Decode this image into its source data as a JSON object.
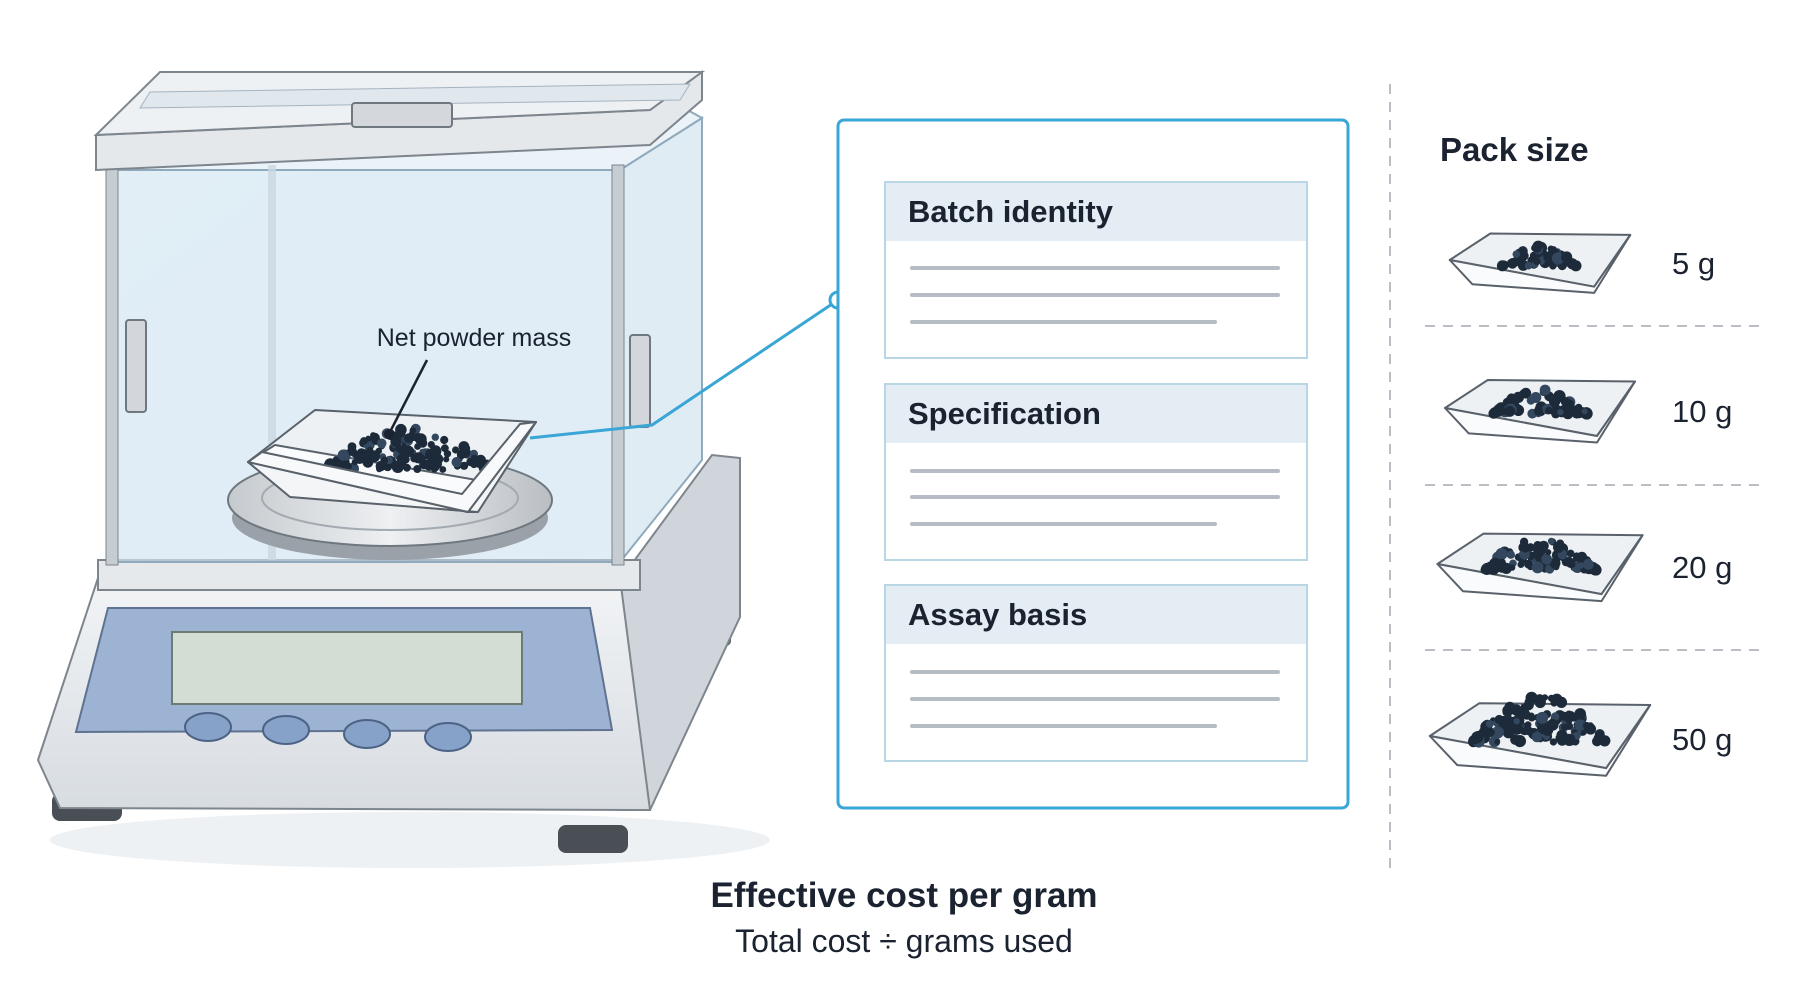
{
  "balance": {
    "callout_label": "Net powder mass"
  },
  "datasheet": {
    "sections": [
      {
        "title": "Batch identity"
      },
      {
        "title": "Specification"
      },
      {
        "title": "Assay basis"
      }
    ]
  },
  "pack_size": {
    "heading": "Pack size",
    "options": [
      {
        "label": "5 g"
      },
      {
        "label": "10 g"
      },
      {
        "label": "20 g"
      },
      {
        "label": "50 g"
      }
    ]
  },
  "formula": {
    "title": "Effective cost per gram",
    "expression": "Total cost ÷ grams used"
  },
  "colors": {
    "accent": "#3aa6d6",
    "card_header": "#e3edf3",
    "display_panel": "#9db3d3",
    "powder": "#1d2a3a"
  }
}
